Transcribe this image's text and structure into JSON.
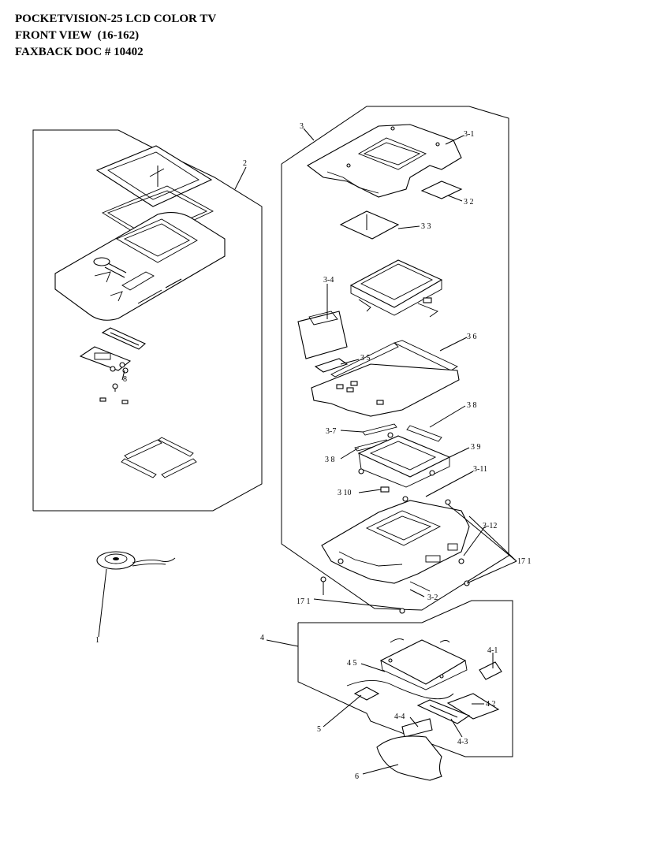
{
  "header": {
    "line1": "POCKETVISION-25 LCD COLOR TV",
    "line2": "FRONT VIEW  (16-162)",
    "line3": "FAXBACK DOC # 10402"
  },
  "labels": {
    "l2": "2",
    "l3": "3",
    "l3_1": "3-1",
    "l3_2": "3 2",
    "l3_3": "3 3",
    "l3_4": "3-4",
    "l3_5": "3 5",
    "l3_6": "3 6",
    "l3_7": "3-7",
    "l3_8a": "3 8",
    "l3_8b": "3 8",
    "l3_9": "3 9",
    "l3_10": "3 10",
    "l3_11": "3-11",
    "l3_12": "3-12",
    "l3_2b": "3-2",
    "l17_1a": "17 1",
    "l17_1b": "17 1",
    "l1": "1",
    "l4": "4",
    "l4_1": "4-1",
    "l4_2": "4 2",
    "l4_3": "4-3",
    "l4_4": "4-4",
    "l4_5": "4 5",
    "l5": "5",
    "l6": "6",
    "l8": "8"
  }
}
